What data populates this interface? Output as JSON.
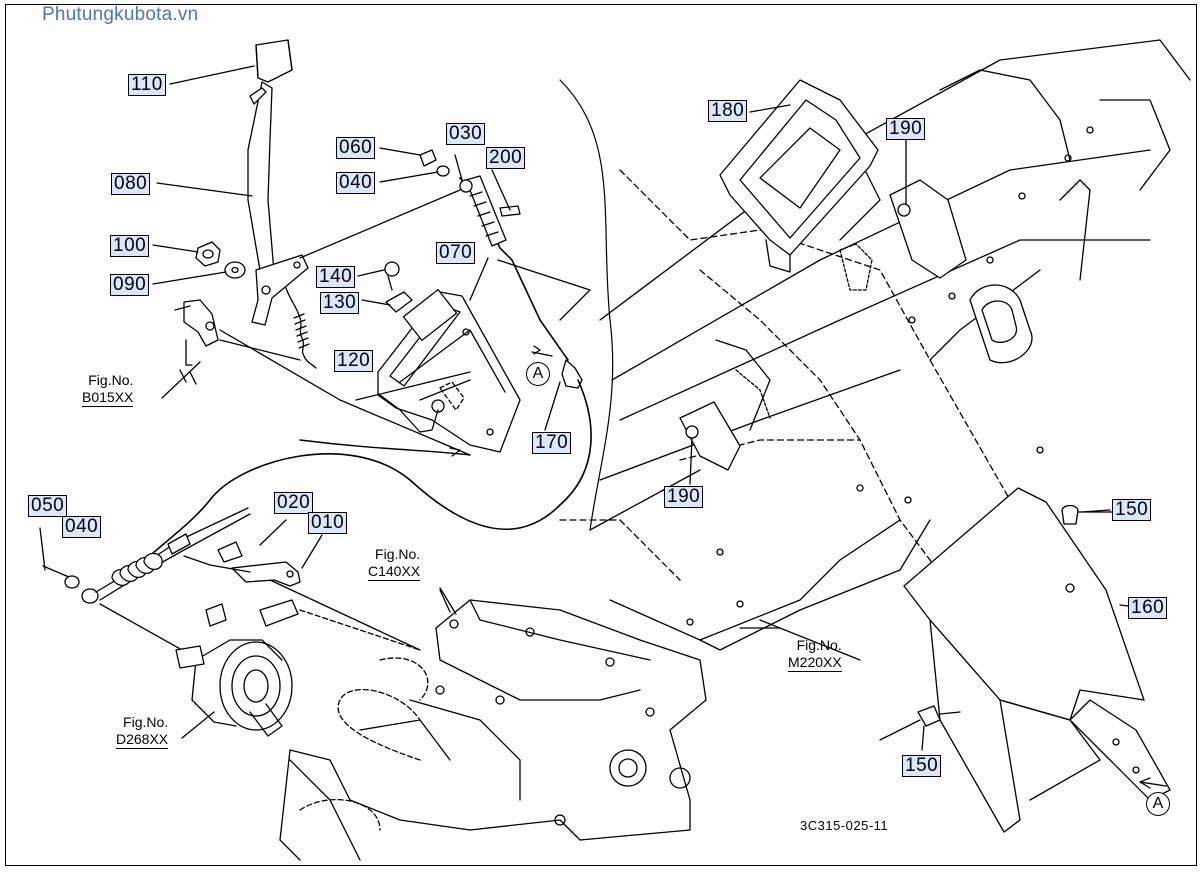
{
  "watermark": "Phutungkubota.vn",
  "drawing_code": "3C315-025-11",
  "view_marker": "A",
  "parts": {
    "p110": "110",
    "p080": "080",
    "p100": "100",
    "p090": "090",
    "p060": "060",
    "p040a": "040",
    "p030": "030",
    "p200": "200",
    "p140": "140",
    "p130": "130",
    "p070": "070",
    "p120": "120",
    "p170": "170",
    "p180": "180",
    "p190a": "190",
    "p190b": "190",
    "p150a": "150",
    "p150b": "150",
    "p160": "160",
    "p050": "050",
    "p040b": "040",
    "p020": "020",
    "p010": "010"
  },
  "refs": {
    "b015": {
      "label": "Fig.No.",
      "code": "B015XX"
    },
    "c140": {
      "label": "Fig.No.",
      "code": "C140XX"
    },
    "m220": {
      "label": "Fig.No.",
      "code": "M220XX"
    },
    "d268": {
      "label": "Fig.No.",
      "code": "D268XX"
    }
  },
  "colors": {
    "label_fill": "#dbe6ff",
    "watermark": "#4a73c9",
    "line": "#000000"
  }
}
